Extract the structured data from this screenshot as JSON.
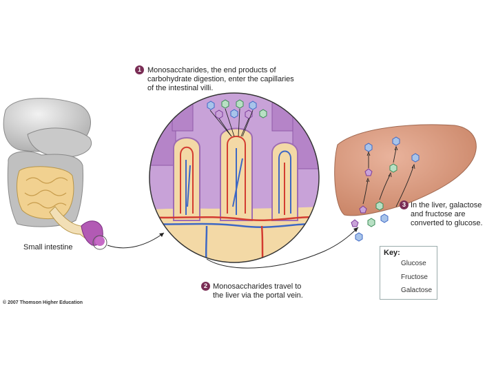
{
  "steps": [
    {
      "number": "1",
      "text_lines": [
        "Monosaccharides, the end products of",
        "carbohydrate digestion, enter the capillaries",
        "of the intestinal villi."
      ]
    },
    {
      "number": "2",
      "text_lines": [
        "Monosaccharides travel to",
        "the liver via the portal vein."
      ]
    },
    {
      "number": "3",
      "text_lines": [
        "In the liver, galactose",
        "and fructose are",
        "converted to glucose."
      ]
    }
  ],
  "organ_label": "Small intestine",
  "key": {
    "title": "Key:",
    "items": [
      {
        "label": "Glucose",
        "shape": "hexagon",
        "color": "#a8c4ea"
      },
      {
        "label": "Fructose",
        "shape": "pentagon",
        "color": "#c9a3d8"
      },
      {
        "label": "Galactose",
        "shape": "hexagon",
        "color": "#b8e0c4"
      }
    ]
  },
  "copyright": "© 2007 Thomson Higher Education"
}
